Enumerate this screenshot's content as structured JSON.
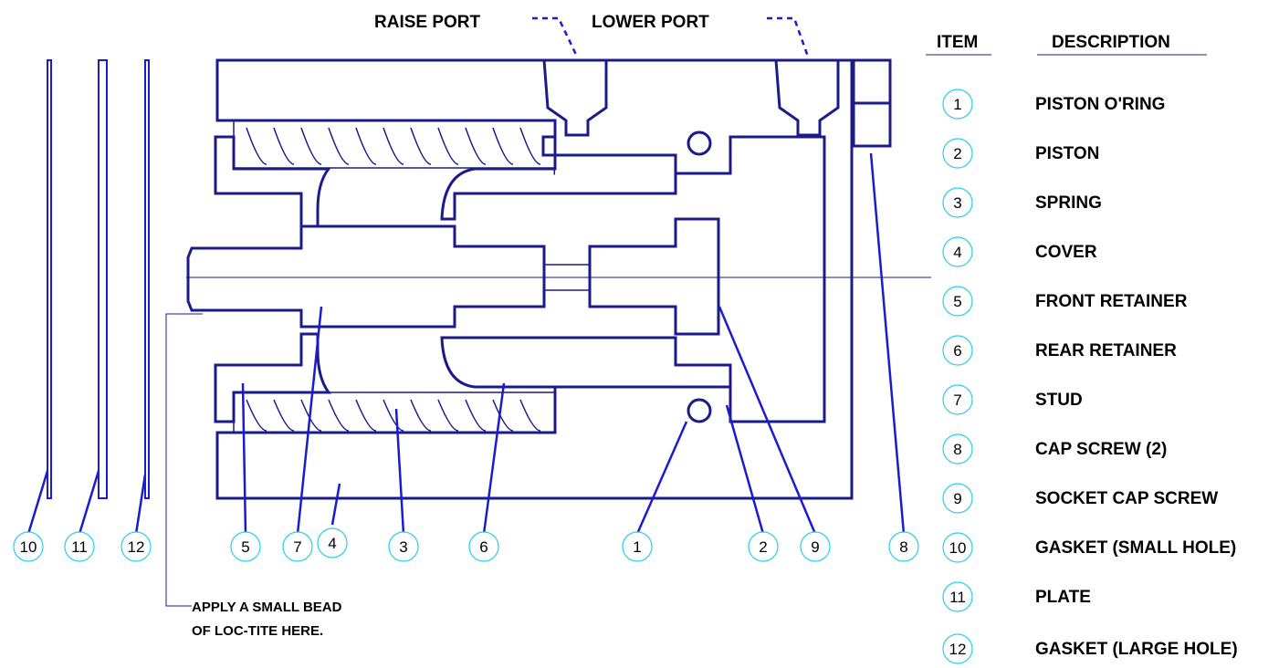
{
  "ports": {
    "raise": "RAISE PORT",
    "lower": "LOWER PORT"
  },
  "table": {
    "item_header": "ITEM",
    "description_header": "DESCRIPTION",
    "items": [
      {
        "num": "1",
        "desc": "PISTON O'RING"
      },
      {
        "num": "2",
        "desc": "PISTON"
      },
      {
        "num": "3",
        "desc": "SPRING"
      },
      {
        "num": "4",
        "desc": "COVER"
      },
      {
        "num": "5",
        "desc": "FRONT RETAINER"
      },
      {
        "num": "6",
        "desc": "REAR RETAINER"
      },
      {
        "num": "7",
        "desc": "STUD"
      },
      {
        "num": "8",
        "desc": "CAP SCREW (2)"
      },
      {
        "num": "9",
        "desc": "SOCKET CAP SCREW"
      },
      {
        "num": "10",
        "desc": "GASKET (SMALL HOLE)"
      },
      {
        "num": "11",
        "desc": "PLATE"
      },
      {
        "num": "12",
        "desc": "GASKET (LARGE HOLE)"
      }
    ]
  },
  "callouts": [
    "10",
    "11",
    "12",
    "5",
    "7",
    "4",
    "3",
    "6",
    "1",
    "2",
    "9",
    "8"
  ],
  "note": {
    "line1": "APPLY A SMALL BEAD",
    "line2": "OF LOC-TITE HERE."
  },
  "colors": {
    "outline": "#1b1b8a",
    "hatch": "#5fd3e8",
    "leader": "#1b1bd0",
    "bubble": "#26d0e8"
  }
}
